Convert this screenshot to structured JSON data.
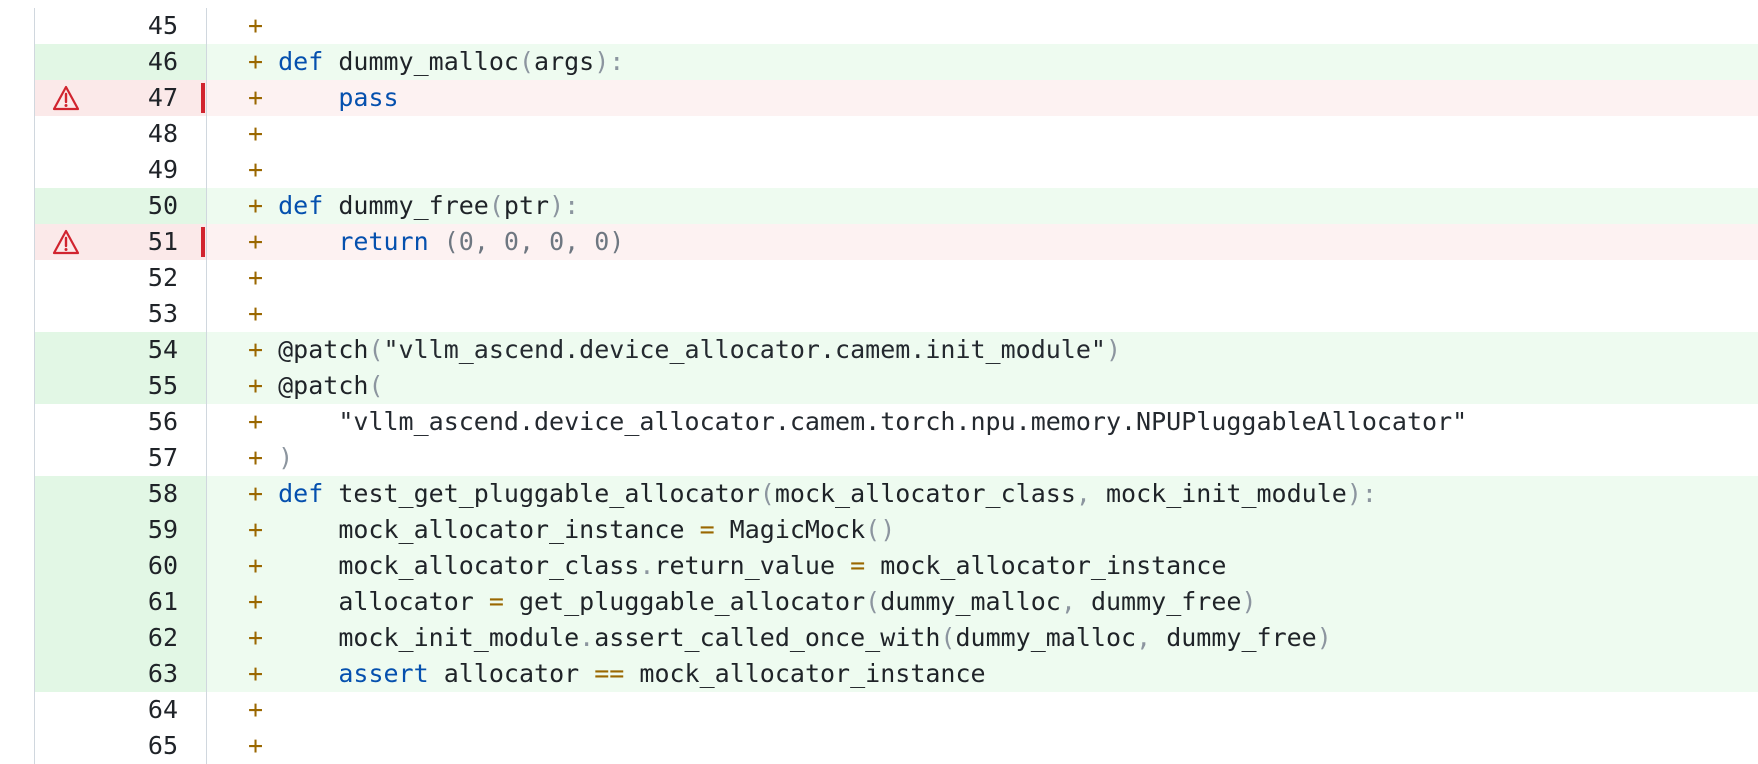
{
  "diff": {
    "marker": "+",
    "lines": [
      {
        "number": "45",
        "state": "normal",
        "warning": false,
        "tokens": []
      },
      {
        "number": "46",
        "state": "highlight",
        "warning": false,
        "tokens": [
          {
            "t": "def",
            "c": "kw"
          },
          {
            "t": " "
          },
          {
            "t": "dummy_malloc",
            "c": "fn"
          },
          {
            "t": "(",
            "c": "punc"
          },
          {
            "t": "args"
          },
          {
            "t": "):",
            "c": "punc"
          }
        ]
      },
      {
        "number": "47",
        "state": "warning",
        "warning": true,
        "tokens": [
          {
            "t": "    "
          },
          {
            "t": "pass",
            "c": "kw"
          }
        ]
      },
      {
        "number": "48",
        "state": "normal",
        "warning": false,
        "tokens": []
      },
      {
        "number": "49",
        "state": "normal",
        "warning": false,
        "tokens": []
      },
      {
        "number": "50",
        "state": "highlight",
        "warning": false,
        "tokens": [
          {
            "t": "def",
            "c": "kw"
          },
          {
            "t": " "
          },
          {
            "t": "dummy_free",
            "c": "fn"
          },
          {
            "t": "(",
            "c": "punc"
          },
          {
            "t": "ptr"
          },
          {
            "t": "):",
            "c": "punc"
          }
        ]
      },
      {
        "number": "51",
        "state": "warning",
        "warning": true,
        "tokens": [
          {
            "t": "    "
          },
          {
            "t": "return",
            "c": "kw"
          },
          {
            "t": " "
          },
          {
            "t": "(0, 0, 0, 0)",
            "c": "num"
          }
        ]
      },
      {
        "number": "52",
        "state": "normal",
        "warning": false,
        "tokens": []
      },
      {
        "number": "53",
        "state": "normal",
        "warning": false,
        "tokens": []
      },
      {
        "number": "54",
        "state": "highlight",
        "warning": false,
        "tokens": [
          {
            "t": "@patch"
          },
          {
            "t": "(",
            "c": "punc"
          },
          {
            "t": "\"vllm_ascend.device_allocator.camem.init_module\"",
            "c": "str"
          },
          {
            "t": ")",
            "c": "punc"
          }
        ]
      },
      {
        "number": "55",
        "state": "highlight",
        "warning": false,
        "tokens": [
          {
            "t": "@patch"
          },
          {
            "t": "(",
            "c": "punc"
          }
        ]
      },
      {
        "number": "56",
        "state": "normal",
        "warning": false,
        "tokens": [
          {
            "t": "    "
          },
          {
            "t": "\"vllm_ascend.device_allocator.camem.torch.npu.memory.NPUPluggableAllocator\"",
            "c": "str"
          }
        ]
      },
      {
        "number": "57",
        "state": "normal",
        "warning": false,
        "tokens": [
          {
            "t": ")",
            "c": "punc"
          }
        ]
      },
      {
        "number": "58",
        "state": "highlight",
        "warning": false,
        "tokens": [
          {
            "t": "def",
            "c": "kw"
          },
          {
            "t": " "
          },
          {
            "t": "test_get_pluggable_allocator",
            "c": "fn"
          },
          {
            "t": "(",
            "c": "punc"
          },
          {
            "t": "mock_allocator_class"
          },
          {
            "t": ",",
            "c": "punc"
          },
          {
            "t": " mock_init_module"
          },
          {
            "t": "):",
            "c": "punc"
          }
        ]
      },
      {
        "number": "59",
        "state": "highlight",
        "warning": false,
        "tokens": [
          {
            "t": "    mock_allocator_instance "
          },
          {
            "t": "=",
            "c": "op"
          },
          {
            "t": " MagicMock"
          },
          {
            "t": "()",
            "c": "punc"
          }
        ]
      },
      {
        "number": "60",
        "state": "highlight",
        "warning": false,
        "tokens": [
          {
            "t": "    mock_allocator_class"
          },
          {
            "t": ".",
            "c": "punc"
          },
          {
            "t": "return_value "
          },
          {
            "t": "=",
            "c": "op"
          },
          {
            "t": " mock_allocator_instance"
          }
        ]
      },
      {
        "number": "61",
        "state": "highlight",
        "warning": false,
        "tokens": [
          {
            "t": "    allocator "
          },
          {
            "t": "=",
            "c": "op"
          },
          {
            "t": " get_pluggable_allocator"
          },
          {
            "t": "(",
            "c": "punc"
          },
          {
            "t": "dummy_malloc"
          },
          {
            "t": ",",
            "c": "punc"
          },
          {
            "t": " dummy_free"
          },
          {
            "t": ")",
            "c": "punc"
          }
        ]
      },
      {
        "number": "62",
        "state": "highlight",
        "warning": false,
        "tokens": [
          {
            "t": "    mock_init_module"
          },
          {
            "t": ".",
            "c": "punc"
          },
          {
            "t": "assert_called_once_with"
          },
          {
            "t": "(",
            "c": "punc"
          },
          {
            "t": "dummy_malloc"
          },
          {
            "t": ",",
            "c": "punc"
          },
          {
            "t": " dummy_free"
          },
          {
            "t": ")",
            "c": "punc"
          }
        ]
      },
      {
        "number": "63",
        "state": "highlight",
        "warning": false,
        "tokens": [
          {
            "t": "    "
          },
          {
            "t": "assert",
            "c": "kw"
          },
          {
            "t": " allocator "
          },
          {
            "t": "==",
            "c": "op"
          },
          {
            "t": " mock_allocator_instance"
          }
        ]
      },
      {
        "number": "64",
        "state": "normal",
        "warning": false,
        "tokens": []
      },
      {
        "number": "65",
        "state": "normal",
        "warning": false,
        "tokens": []
      }
    ]
  }
}
